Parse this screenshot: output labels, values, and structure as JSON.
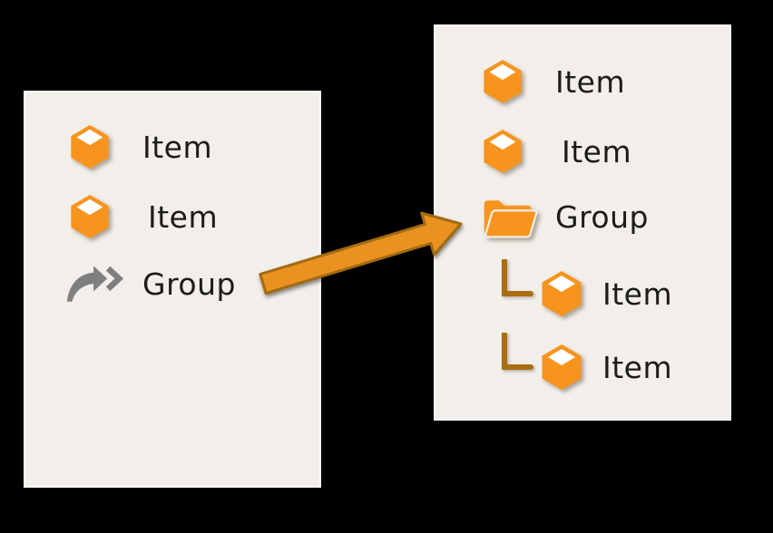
{
  "colors": {
    "background": "#000000",
    "panel_bg": "#f2eee9",
    "panel_border": "#ffffff",
    "icon_orange": "#f7941e",
    "box_opening": "#ffffff",
    "connector_brown": "#a96e12",
    "gray_icon": "#7f7f7f",
    "arrow_fill": "#e9921f",
    "arrow_stroke": "#a26a10",
    "text": "#1b1b1b"
  },
  "source_panel": {
    "items": [
      {
        "icon": "box-icon",
        "label": "Item"
      },
      {
        "icon": "box-icon",
        "label": "Item"
      },
      {
        "icon": "forward-arrows-icon",
        "label": "Group"
      }
    ]
  },
  "target_panel": {
    "items": [
      {
        "icon": "box-icon",
        "label": "Item",
        "nested": false
      },
      {
        "icon": "box-icon",
        "label": "Item",
        "nested": false
      },
      {
        "icon": "open-folder-icon",
        "label": "Group",
        "nested": false
      },
      {
        "icon": "box-icon",
        "label": "Item",
        "nested": true
      },
      {
        "icon": "box-icon",
        "label": "Item",
        "nested": true
      }
    ]
  }
}
